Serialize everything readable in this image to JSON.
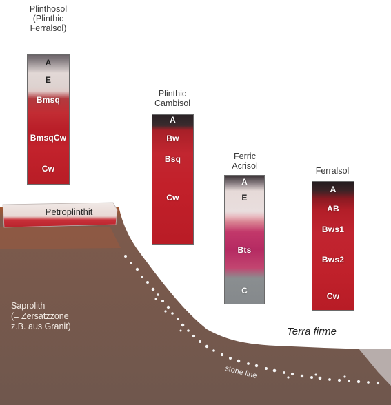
{
  "profiles": [
    {
      "id": "plinthosol",
      "title": [
        "Plinthosol",
        "(Plinthic",
        "Ferralsol)"
      ],
      "horizons": [
        "A",
        "E",
        "Bmsq",
        "BmsqCw",
        "Cw"
      ]
    },
    {
      "id": "plinthic-cambisol",
      "title": [
        "Plinthic",
        "Cambisol"
      ],
      "horizons": [
        "A",
        "Bw",
        "Bsq",
        "Cw"
      ]
    },
    {
      "id": "ferric-acrisol",
      "title": [
        "Ferric",
        "Acrisol"
      ],
      "horizons": [
        "A",
        "E",
        "Bts",
        "C"
      ]
    },
    {
      "id": "ferralsol",
      "title": [
        "Ferralsol"
      ],
      "horizons": [
        "A",
        "AB",
        "Bws1",
        "Bws2",
        "Cw"
      ]
    }
  ],
  "landscape": {
    "petroplinthit": "Petroplinthit",
    "saprolith": [
      "Saprolith",
      "(= Zersatzzone",
      "z.B. aus Granit)"
    ],
    "terra_firme": "Terra firme",
    "stone_line": "stone line"
  },
  "colors": {
    "soil": "#7a6257",
    "red": "#c0202a",
    "bleached": "#e8dcd8",
    "grey": "#8a8f92"
  }
}
